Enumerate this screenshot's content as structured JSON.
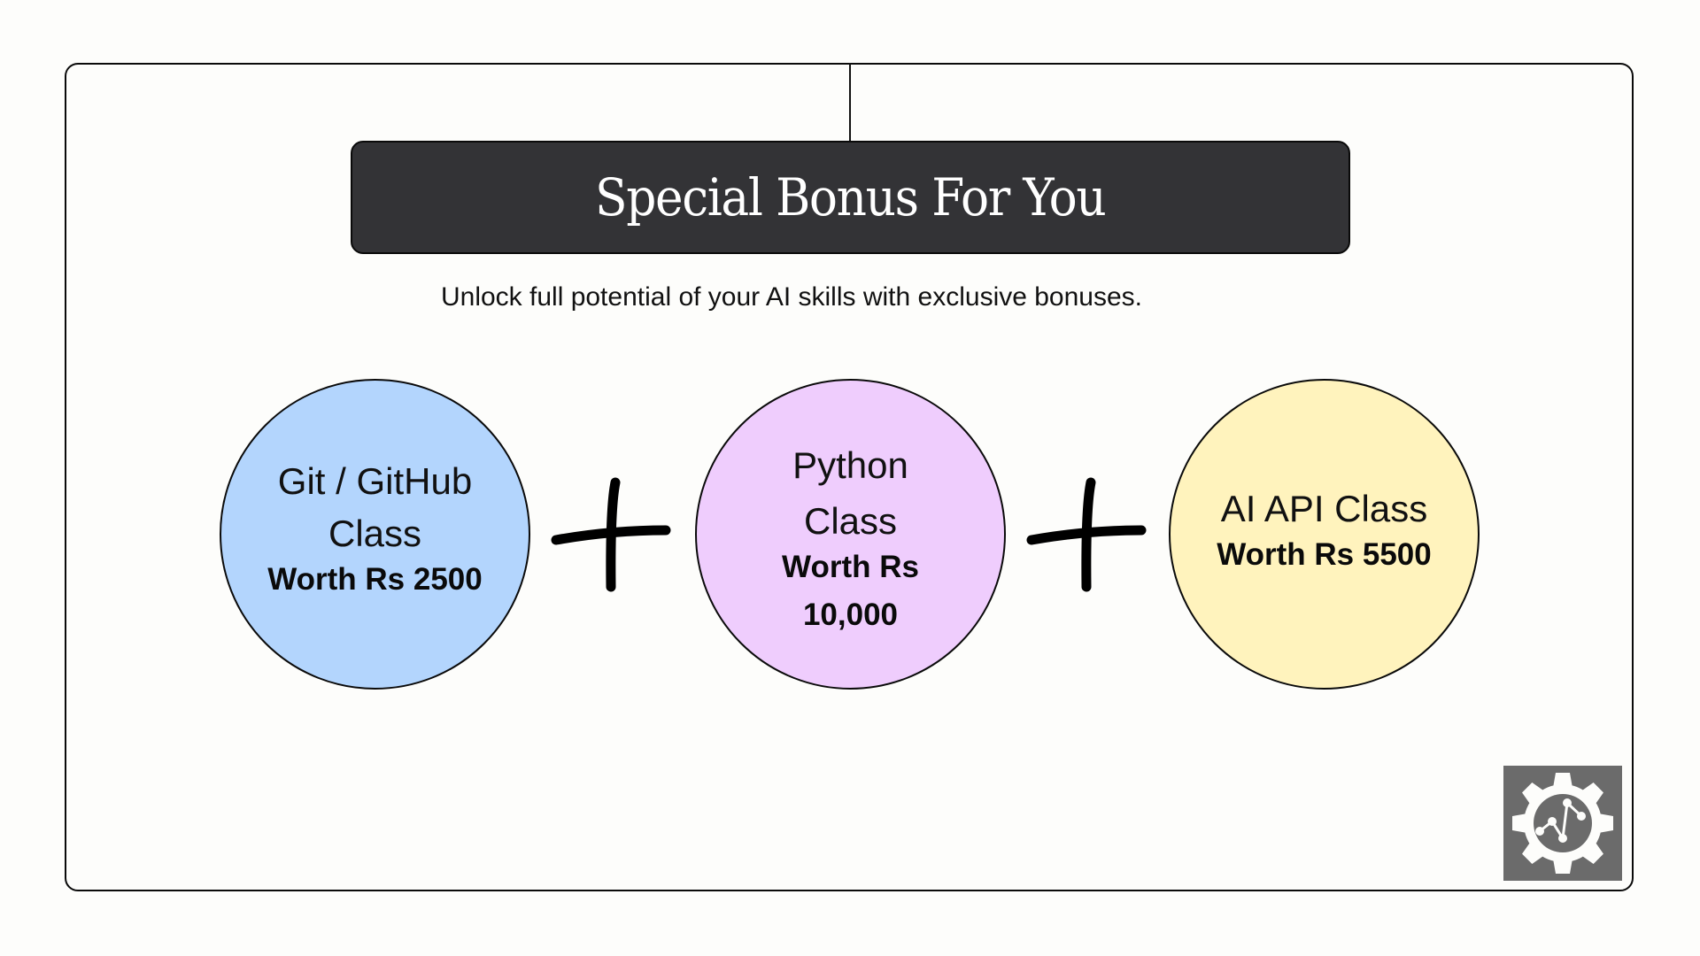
{
  "header": {
    "title": "Special Bonus For You",
    "subtitle": "Unlock full potential of your AI skills with exclusive bonuses."
  },
  "bonuses": [
    {
      "name_lines": [
        "Git / GitHub",
        "Class"
      ],
      "worth_lines": [
        "Worth Rs 2500"
      ],
      "color": "#b3d5fd"
    },
    {
      "name_lines": [
        "Python",
        "Class"
      ],
      "worth_lines": [
        "Worth Rs",
        "10,000"
      ],
      "color": "#efcdfd"
    },
    {
      "name_lines": [
        "AI API Class"
      ],
      "worth_lines": [
        "Worth Rs 5500"
      ],
      "color": "#fff3bd"
    }
  ],
  "separators": [
    "plus-icon",
    "plus-icon"
  ],
  "logo": {
    "icon": "gear-chart-logo-icon",
    "background": "#6b6b6b"
  },
  "colors": {
    "title_bg": "#333336",
    "background": "#fdfdfb",
    "stroke": "#0a0a0a"
  }
}
